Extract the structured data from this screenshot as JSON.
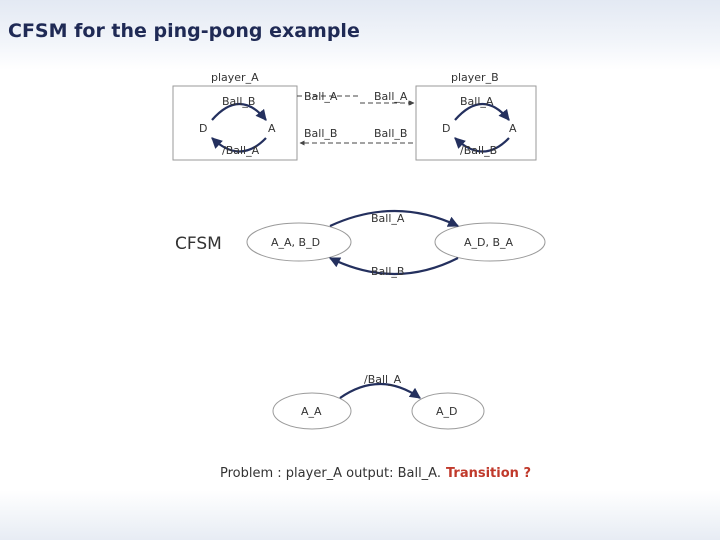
{
  "title": "CFSM for the ping-pong example",
  "player_a": {
    "label": "player_A",
    "state_left": "D",
    "state_right": "A",
    "top_transition": "Ball_B",
    "bottom_transition": "/Ball_A"
  },
  "player_b": {
    "label": "player_B",
    "state_left": "D",
    "state_right": "A",
    "top_transition": "Ball_A",
    "bottom_transition": "/Ball_B"
  },
  "channels": {
    "top_left": "Ball_A",
    "top_right": "Ball_A",
    "bottom_left": "Ball_B",
    "bottom_right": "Ball_B"
  },
  "cfsm": {
    "heading": "CFSM",
    "state_left": "A_A, B_D",
    "state_right": "A_D, B_A",
    "top_transition": "Ball_A",
    "bottom_transition": "Ball_B"
  },
  "partial": {
    "transition": "/Ball_A",
    "state_left": "A_A",
    "state_right": "A_D"
  },
  "problem": {
    "text": "Problem : player_A output: Ball_A.",
    "highlight": "Transition ?",
    "highlight_color": "#c0392b"
  }
}
